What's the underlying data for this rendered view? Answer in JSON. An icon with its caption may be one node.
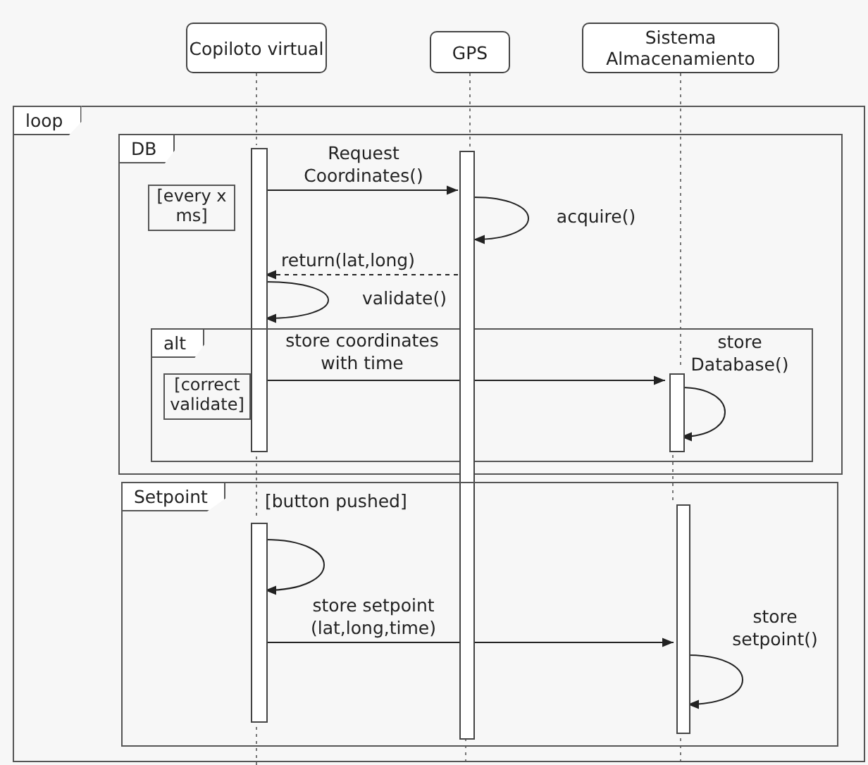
{
  "diagram": {
    "nodes": [
      {
        "text": [
          "Copiloto virtual"
        ]
      },
      {
        "text": [
          "GPS"
        ]
      },
      {
        "text": [
          "Sistema Almacenamiento"
        ]
      },
      {
        "text": [
          "loop"
        ]
      },
      {
        "text": [
          "DB"
        ],
        "in": 3
      },
      {
        "text": [
          "[every x ms]"
        ],
        "in": 4
      },
      {
        "text": [],
        "shape": "bar",
        "in": 4
      },
      {
        "text": [],
        "shape": "bar",
        "in": 3
      },
      {
        "text": [
          "alt"
        ],
        "in": 4
      },
      {
        "text": [
          "[correct validate]"
        ],
        "in": 8
      },
      {
        "text": [],
        "shape": "bar",
        "in": 8
      },
      {
        "text": [
          "Setpoint"
        ],
        "in": 3
      },
      {
        "text": [],
        "shape": "bar",
        "in": 11
      },
      {
        "text": [],
        "shape": "bar",
        "in": 11
      }
    ],
    "edges": [
      {
        "from": 6,
        "to": 7,
        "arrow": "to",
        "label": "Request Coordinates()"
      },
      {
        "from": 7,
        "to": 7,
        "arrow": "to",
        "label": "acquire()"
      },
      {
        "from": 7,
        "to": 6,
        "arrow": "to",
        "label": "return(lat,long)",
        "style": "dashed"
      },
      {
        "from": 6,
        "to": 6,
        "arrow": "to",
        "label": "validate()"
      },
      {
        "from": 6,
        "to": 10,
        "arrow": "to",
        "label": "store coordinates with time"
      },
      {
        "from": 10,
        "to": 10,
        "arrow": "to",
        "label": "store Database()"
      },
      {
        "from": 12,
        "to": 12,
        "arrow": "to"
      },
      {
        "from": 12,
        "to": 13,
        "arrow": "to",
        "label": "store setpoint (lat,long,time)"
      },
      {
        "from": 13,
        "to": 13,
        "arrow": "to",
        "label": "store setpoint()"
      },
      {
        "from": 0,
        "to": 6,
        "arrow": "none",
        "style": "dashed",
        "color": "#777777"
      },
      {
        "from": 6,
        "to": 12,
        "arrow": "none",
        "style": "dashed",
        "color": "#777777"
      },
      {
        "from": 12,
        "to": null,
        "arrow": "none",
        "style": "dashed",
        "color": "#777777"
      },
      {
        "from": 1,
        "to": 7,
        "arrow": "none",
        "style": "dashed",
        "color": "#777777"
      },
      {
        "from": 7,
        "to": null,
        "arrow": "none",
        "style": "dashed",
        "color": "#777777"
      },
      {
        "from": 2,
        "to": 10,
        "arrow": "none",
        "style": "dashed",
        "color": "#777777"
      },
      {
        "from": 10,
        "to": 13,
        "arrow": "none",
        "style": "dashed",
        "color": "#777777"
      },
      {
        "from": 13,
        "to": null,
        "arrow": "none",
        "style": "dashed",
        "color": "#777777"
      }
    ],
    "labels": [
      "[button pushed]"
    ]
  }
}
